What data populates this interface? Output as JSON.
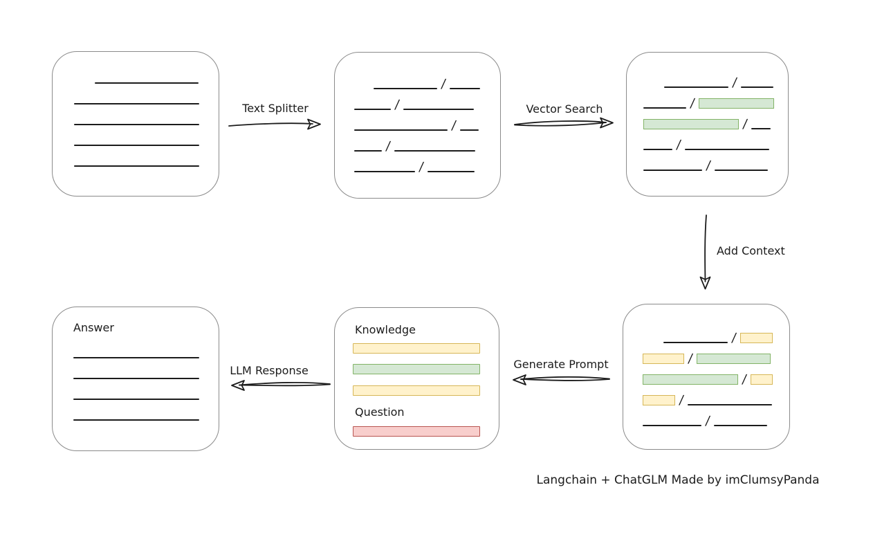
{
  "colors": {
    "canvas_bg": "#ffffff",
    "box_border": "#8a8a8a",
    "ink": "#1b1b1b",
    "green_fill": "#d5e8d4",
    "green_stroke": "#82b366",
    "yellow_fill": "#fff2cc",
    "yellow_stroke": "#d6b656",
    "red_fill": "#f8cecc",
    "red_stroke": "#b85450"
  },
  "chunk_separator": "/",
  "arrows": {
    "text_splitter": {
      "label": "Text Splitter",
      "direction": "right"
    },
    "vector_search": {
      "label": "Vector Search",
      "direction": "right"
    },
    "add_context": {
      "label": "Add Context",
      "direction": "down"
    },
    "generate_prompt": {
      "label": "Generate Prompt",
      "direction": "left"
    },
    "llm_response": {
      "label": "LLM Response",
      "direction": "left"
    }
  },
  "nodes": {
    "document": {
      "lines": [
        {
          "indent": 61,
          "width": 150
        },
        {
          "indent": 31,
          "width": 181
        },
        {
          "indent": 31,
          "width": 181
        },
        {
          "indent": 31,
          "width": 181
        },
        {
          "indent": 31,
          "width": 181
        }
      ]
    },
    "split_text": {
      "rows": [
        {
          "indent": 56,
          "segments": [
            {
              "type": "line",
              "width": 92
            },
            {
              "type": "line",
              "width": 44
            }
          ]
        },
        {
          "indent": 28,
          "segments": [
            {
              "type": "line",
              "width": 53
            },
            {
              "type": "line",
              "width": 102
            }
          ]
        },
        {
          "indent": 28,
          "segments": [
            {
              "type": "line",
              "width": 135
            },
            {
              "type": "line",
              "width": 27
            }
          ]
        },
        {
          "indent": 28,
          "segments": [
            {
              "type": "line",
              "width": 40
            },
            {
              "type": "line",
              "width": 117
            }
          ]
        },
        {
          "indent": 28,
          "segments": [
            {
              "type": "line",
              "width": 88
            },
            {
              "type": "line",
              "width": 68
            }
          ]
        }
      ]
    },
    "matched_chunks": {
      "rows": [
        {
          "indent": 54,
          "segments": [
            {
              "type": "line",
              "width": 93
            },
            {
              "type": "line",
              "width": 47
            }
          ]
        },
        {
          "indent": 24,
          "segments": [
            {
              "type": "line",
              "width": 62
            },
            {
              "type": "green",
              "width": 109
            }
          ]
        },
        {
          "indent": 24,
          "segments": [
            {
              "type": "green",
              "width": 138
            },
            {
              "type": "line",
              "width": 28
            }
          ]
        },
        {
          "indent": 24,
          "segments": [
            {
              "type": "line",
              "width": 42
            },
            {
              "type": "line",
              "width": 122
            }
          ]
        },
        {
          "indent": 24,
          "segments": [
            {
              "type": "line",
              "width": 85
            },
            {
              "type": "line",
              "width": 77
            }
          ]
        }
      ]
    },
    "context_chunks": {
      "rows": [
        {
          "indent": 58,
          "segments": [
            {
              "type": "line",
              "width": 93
            },
            {
              "type": "yellow",
              "width": 47
            }
          ]
        },
        {
          "indent": 28,
          "segments": [
            {
              "type": "yellow",
              "width": 60
            },
            {
              "type": "green",
              "width": 107
            }
          ]
        },
        {
          "indent": 28,
          "segments": [
            {
              "type": "green",
              "width": 138
            },
            {
              "type": "yellow",
              "width": 32
            }
          ]
        },
        {
          "indent": 28,
          "segments": [
            {
              "type": "yellow",
              "width": 47
            },
            {
              "type": "line",
              "width": 122
            }
          ]
        },
        {
          "indent": 28,
          "segments": [
            {
              "type": "line",
              "width": 85
            },
            {
              "type": "line",
              "width": 77
            }
          ]
        }
      ]
    },
    "prompt": {
      "sections": [
        {
          "label": "Knowledge",
          "bars": [
            "yellow",
            "green",
            "yellow"
          ]
        },
        {
          "label": "Question",
          "bars": [
            "red"
          ]
        }
      ]
    },
    "answer": {
      "label": "Answer",
      "lines": [
        {
          "indent": 30,
          "width": 182
        },
        {
          "indent": 30,
          "width": 182
        },
        {
          "indent": 30,
          "width": 182
        },
        {
          "indent": 30,
          "width": 182
        }
      ]
    }
  },
  "footer": {
    "credit": "Langchain + ChatGLM Made by imClumsyPanda"
  }
}
